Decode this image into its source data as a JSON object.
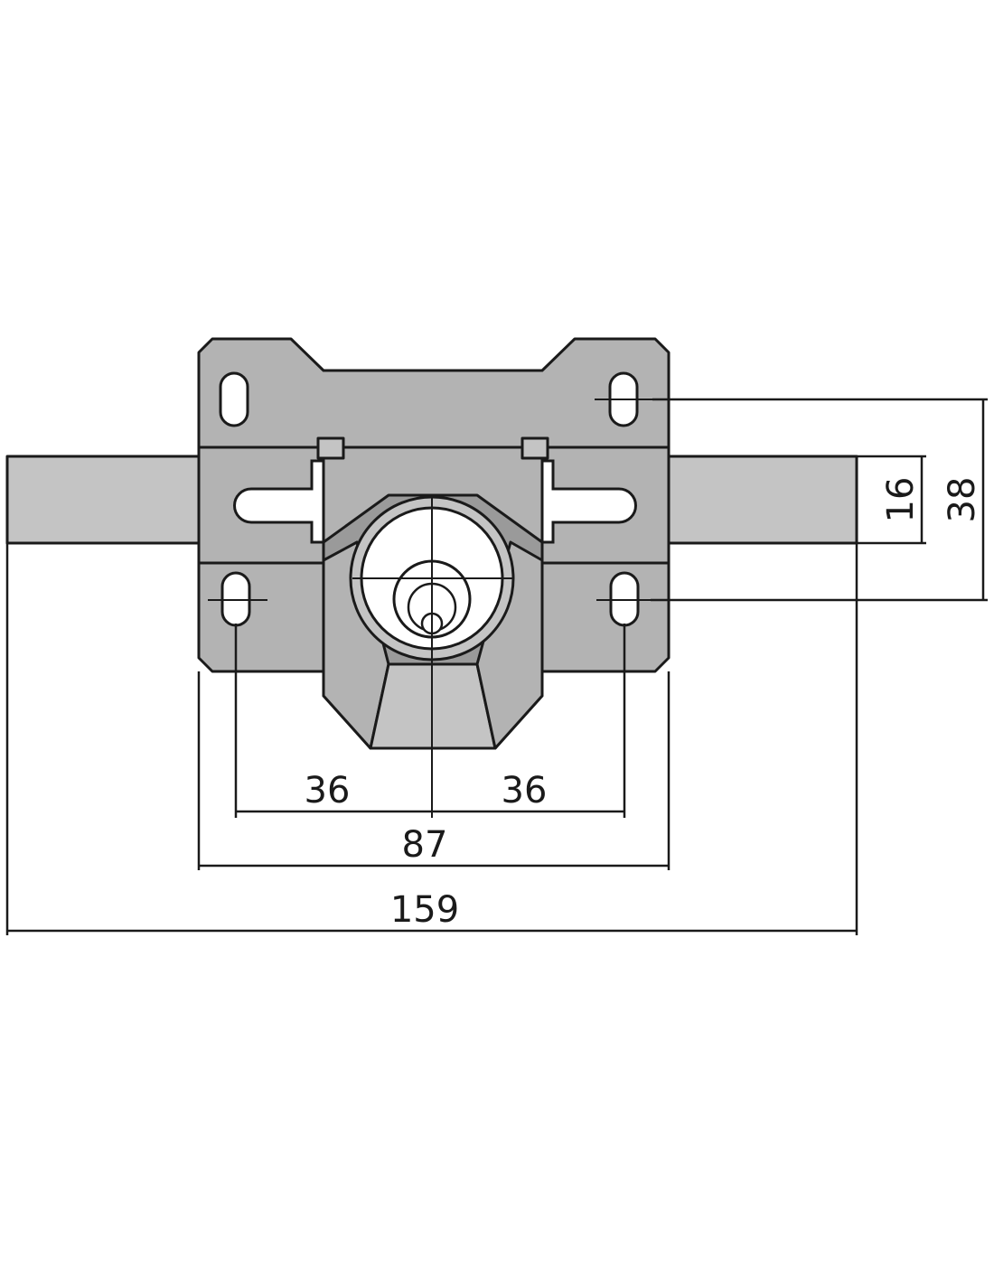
{
  "dimensions": {
    "hole_to_center_left": "36",
    "hole_to_center_right": "36",
    "plate_width": "87",
    "overall_width": "159",
    "bar_height": "16",
    "hole_vertical_spacing": "38"
  }
}
